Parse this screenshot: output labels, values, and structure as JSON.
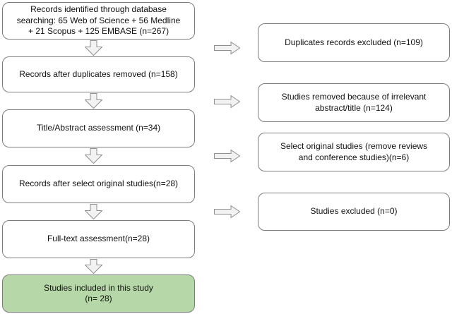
{
  "diagram": {
    "type": "flowchart",
    "name": "study-selection-flow",
    "left_column": [
      {
        "id": "records-identified",
        "lines": [
          "Records identified through database",
          "searching: 65 Web of Science + 56 Medline",
          "+ 21 Scopus + 125 EMBASE (n=267)"
        ]
      },
      {
        "id": "after-duplicates-removed",
        "lines": [
          "Records after duplicates removed (n=158)"
        ]
      },
      {
        "id": "title-abstract-assessment",
        "lines": [
          "Title/Abstract assessment (n=34)"
        ]
      },
      {
        "id": "after-select-original-studies",
        "lines": [
          "Records after select original studies(n=28)"
        ]
      },
      {
        "id": "full-text-assessment",
        "lines": [
          "Full-text assessment(n=28)"
        ]
      },
      {
        "id": "studies-included",
        "lines": [
          "Studies included in this study",
          "(n= 28)"
        ],
        "highlighted": true
      }
    ],
    "right_column": [
      {
        "id": "duplicates-excluded",
        "lines": [
          "Duplicates records excluded (n=109)"
        ]
      },
      {
        "id": "irrelevant-removed",
        "lines": [
          "Studies removed because of irrelevant",
          "abstract/title (n=124)"
        ]
      },
      {
        "id": "select-original-studies",
        "lines": [
          "Select original studies (remove reviews",
          "and conference studies)(n=6)"
        ]
      },
      {
        "id": "studies-excluded",
        "lines": [
          "Studies excluded (n=0)"
        ]
      }
    ],
    "colors": {
      "background": "#ffffff",
      "box_fill": "#ffffff",
      "box_border": "#7d7d7d",
      "highlight_fill": "#b6d7a8",
      "arrow_fill": "#f2f2f2",
      "arrow_stroke": "#8f8f8f",
      "text": "#111111"
    }
  }
}
